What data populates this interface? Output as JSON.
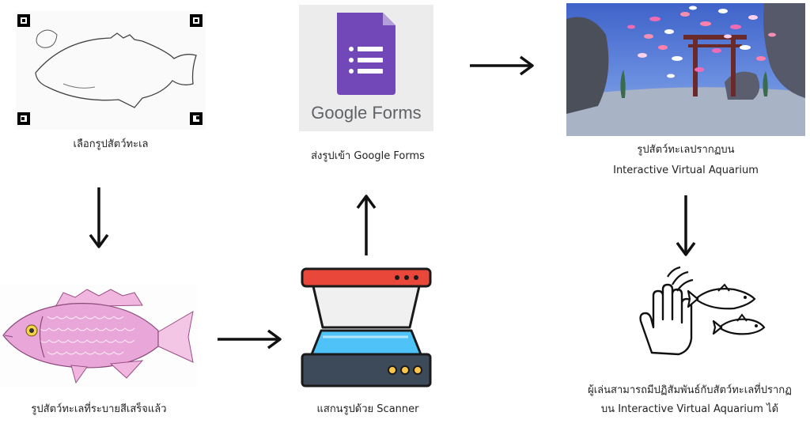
{
  "steps": {
    "choose": {
      "caption": "เลือกรูปสัตว์ทะเล"
    },
    "send": {
      "caption": "ส่งรูปเข้า Google Forms",
      "logo_text": "Google Forms"
    },
    "appear": {
      "caption_line1": "รูปสัตว์ทะเลปรากฏบน",
      "caption_line2": "Interactive Virtual Aquarium"
    },
    "colored": {
      "caption": "รูปสัตว์ทะเลที่ระบายสีเสร็จแล้ว"
    },
    "scan": {
      "caption": "แสกนรูปด้วย Scanner"
    },
    "interact": {
      "caption_line1": "ผู้เล่นสามารถมีปฏิสัมพันธ์กับสัตว์ทะเลที่ปรากฏ",
      "caption_line2": "บน Interactive Virtual Aquarium ได้"
    }
  },
  "colors": {
    "forms_purple": "#673ab7",
    "scanner_red": "#e8473a",
    "scanner_blue": "#4fc3f7",
    "scanner_dark": "#3c4a5a",
    "fish_pink": "#e9a6d8",
    "aquarium_water": "#5a7fd6"
  }
}
